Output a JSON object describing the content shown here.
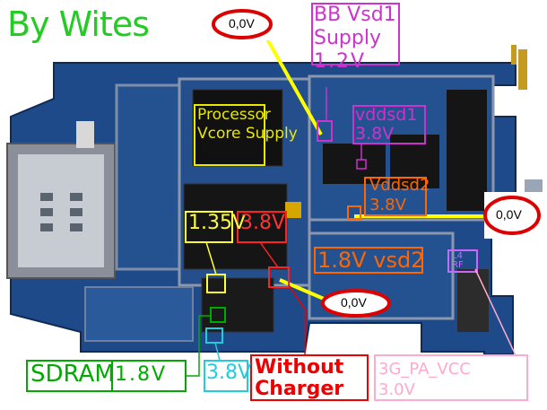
{
  "credit": "By Wites",
  "readouts": {
    "top": "0,0V",
    "right": "0,0V",
    "middle": "0,0V"
  },
  "labels": {
    "bb_vsd1": "BB Vsd1",
    "supply": "Supply",
    "bb_voltage": "1.2V",
    "vddsd1": "vddsd1",
    "vddsd1_voltage": "3.8V",
    "processor": "Processor",
    "vcore_supply": "Vcore Supply",
    "vcore_voltage": "1.35V",
    "red_voltage": "3.8V",
    "vddsd2": "Vddsd2",
    "vddsd2_voltage": "3.8V",
    "vsd2_voltage": "1.8V",
    "vsd2": "vsd2",
    "rf_line1": "L4",
    "rf_line2": "RF",
    "sdram": "SDRAM",
    "sdram_voltage": "1.8V",
    "cyan_voltage": "3.8V",
    "without": "Without",
    "charger": "Charger",
    "pa_vcc": "3G_PA_VCC",
    "pa_voltage": "3.0V"
  },
  "colors": {
    "board": "#1f4a8a",
    "credit_green": "#22cc22",
    "magenta": "#cc33cc",
    "yellow": "#ffff33",
    "red": "#ff2222",
    "orange": "#ff6600",
    "green": "#00aa00",
    "cyan": "#22ccdd",
    "pink": "#ffaacc"
  }
}
